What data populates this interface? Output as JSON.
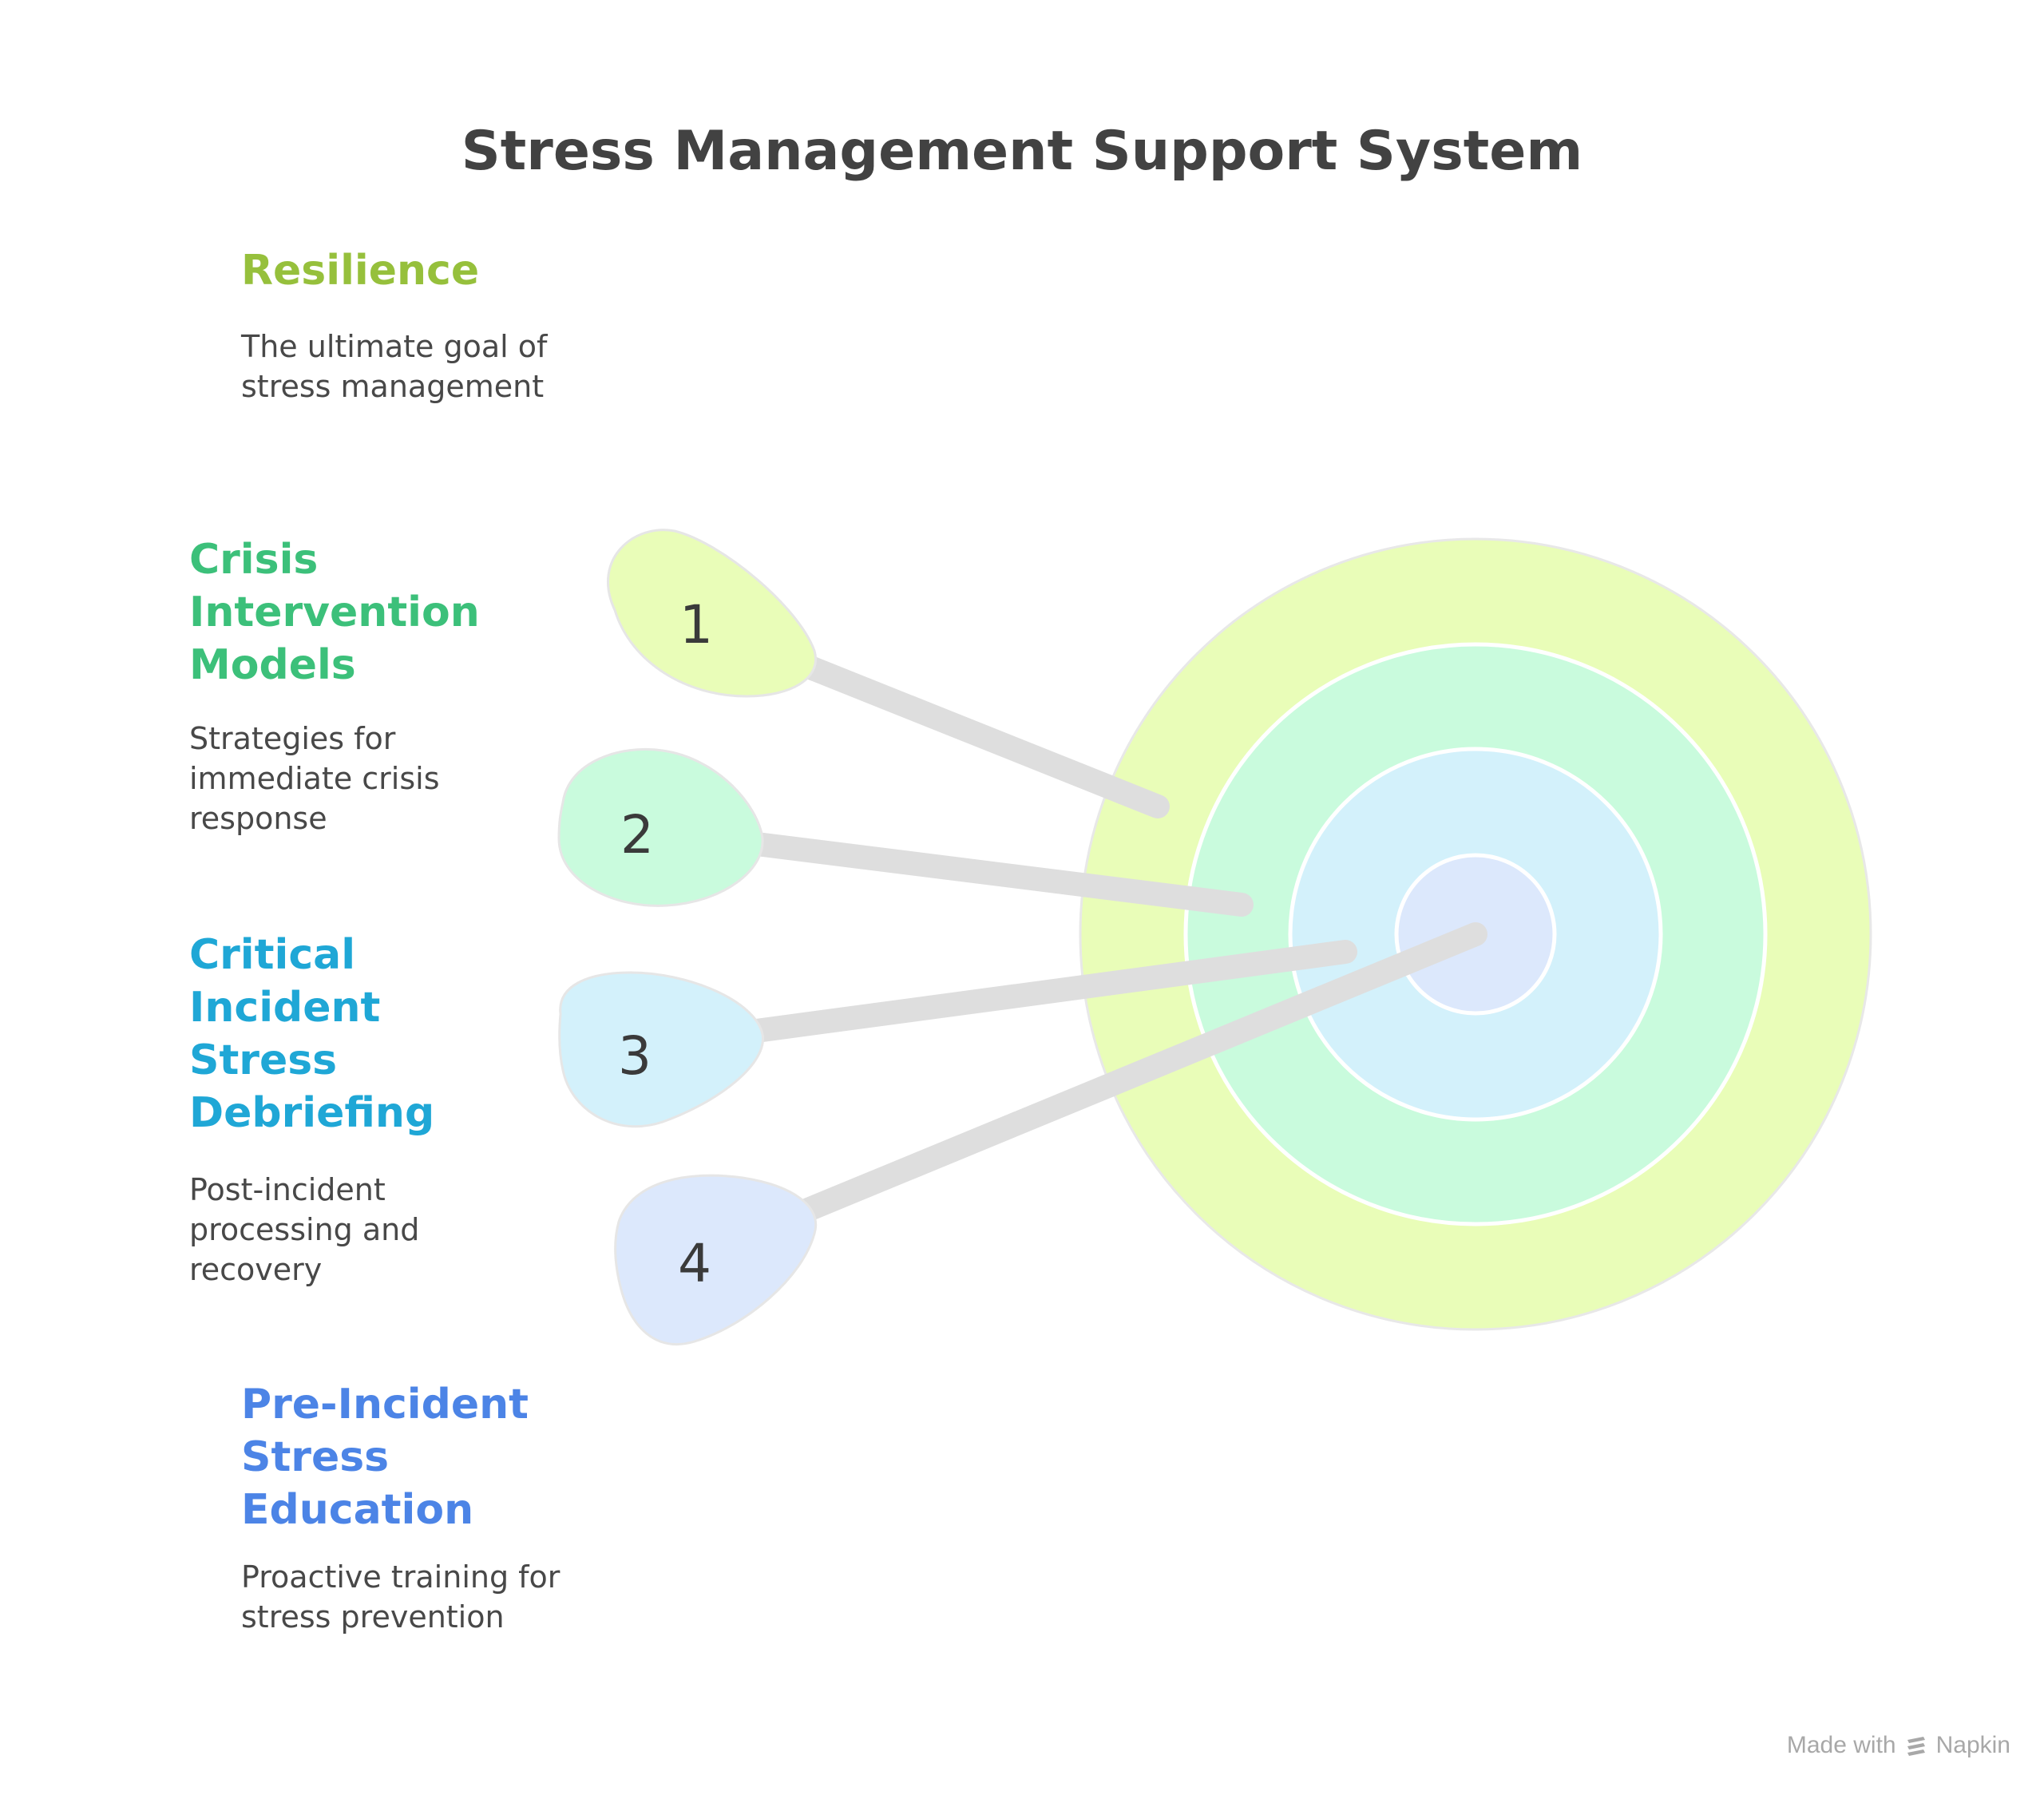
{
  "title": "Stress Management Support System",
  "items": [
    {
      "number": "1",
      "label": "Crisis Intervention Models",
      "description": "Strategies for immediate crisis response",
      "color": "#3cc07a",
      "fill": "#e9fdb8"
    },
    {
      "number": "2",
      "label": "",
      "description": "",
      "color": "#3cc07a",
      "fill": "#c9fbdd"
    },
    {
      "number": "3",
      "label": "Critical Incident Stress Debriefing",
      "description": "Post-incident processing and recovery",
      "color": "#1fa7d6",
      "fill": "#d3f1fb"
    },
    {
      "number": "4",
      "label": "Pre-Incident Stress Education",
      "description": "Proactive training for stress prevention",
      "color": "#4c84e6",
      "fill": "#dce8fc"
    }
  ],
  "goal": {
    "label": "Resilience",
    "description": "The ultimate goal of stress management",
    "color": "#96c03c"
  },
  "rings": [
    {
      "fill": "#e9fdb8"
    },
    {
      "fill": "#c9fbdd"
    },
    {
      "fill": "#d3f1fb"
    },
    {
      "fill": "#dce8fc"
    }
  ],
  "footer": {
    "made_with": "Made with",
    "brand": "Napkin"
  }
}
